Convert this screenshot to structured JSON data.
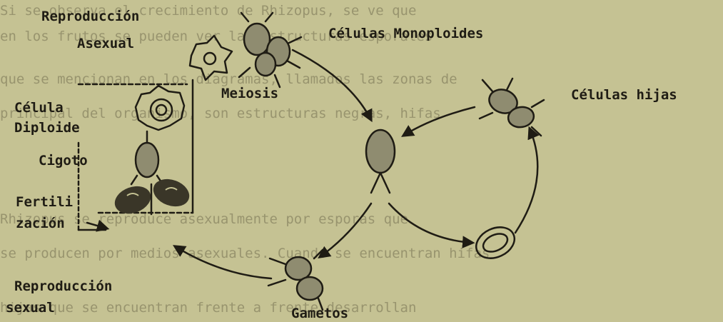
{
  "labels": {
    "reproduccion_asexual_1": "Reproducción",
    "reproduccion_asexual_2": "Asexual",
    "celulas_monoploides": "Células Monoploides",
    "meiosis": "Meiosis",
    "celulas_hijas": "Células hijas",
    "celula_diploide_1": "Célula",
    "celula_diploide_2": "Diploide",
    "cigoto": "Cigoto",
    "fertilizacion_1": "Fertili",
    "fertilizacion_2": "zación",
    "reproduccion_sexual_1": "Reproducción",
    "reproduccion_sexual_2": "sexual",
    "gametos": "Gametos"
  },
  "background_text": [
    "Si se observa el crecimiento de Rhizopus, se ve que",
    "en los frutos se pueden ver las estructuras esporales",
    "que se mencionan en los diagramas, llamados las zonas de",
    "principal del organismo, son estructuras negras, hifas",
    "Rhizopus se reproduce asexualmente por esporas que",
    "se producen por medios asexuales. Cuando se encuentran hifas",
    "hijas que se encuentran frente a frente desarrollan"
  ],
  "colors": {
    "paper": "#c5c293",
    "ink": "#1f1c14",
    "cell_fill": "#8f8c70"
  }
}
